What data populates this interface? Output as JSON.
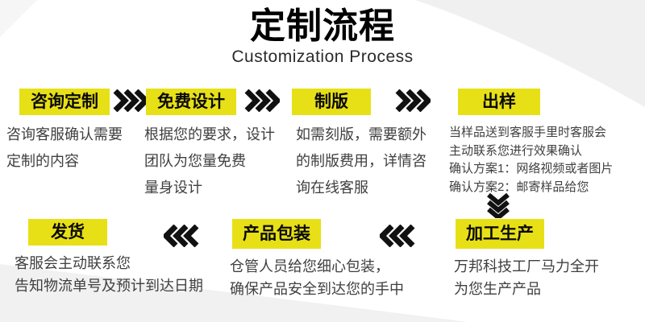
{
  "colors": {
    "highlight": "#e8e016",
    "body_text": "#3f3f3f",
    "wedge": "#f0f0f0"
  },
  "header": {
    "title": "定制流程",
    "subtitle": "Customization Process"
  },
  "icons": {
    "forward_arrow": "triple-chevron-right",
    "backward_arrow": "triple-chevron-left",
    "down_arrow": "triple-chevron-down"
  },
  "rows": [
    {
      "steps": [
        {
          "label": "咨询定制",
          "desc": [
            "咨询客服确认需要",
            "定制的内容"
          ]
        },
        {
          "label": "免费设计",
          "desc": [
            "根据您的要求，设计",
            "团队为您量免费",
            "量身设计"
          ]
        },
        {
          "label": "制版",
          "desc": [
            "如需刻版，需要额外",
            "的制版费用，详情咨",
            "询在线客服"
          ]
        },
        {
          "label": "出样",
          "desc": [
            "当样品送到客服手里时客服会",
            "主动联系您进行效果确认",
            "确认方案1：网络视频或者图片",
            "确认方案2：邮寄样品给您"
          ]
        }
      ]
    },
    {
      "steps": [
        {
          "label": "发货",
          "desc": [
            "客服会主动联系您",
            "告知物流单号及预计到达日期"
          ]
        },
        {
          "label": "产品包装",
          "desc": [
            "仓管人员给您细心包装，",
            "确保产品安全到达您的手中"
          ]
        },
        {
          "label": "加工生产",
          "desc": [
            "万邦科技工厂马力全开",
            "为您生产产品"
          ]
        }
      ]
    }
  ]
}
